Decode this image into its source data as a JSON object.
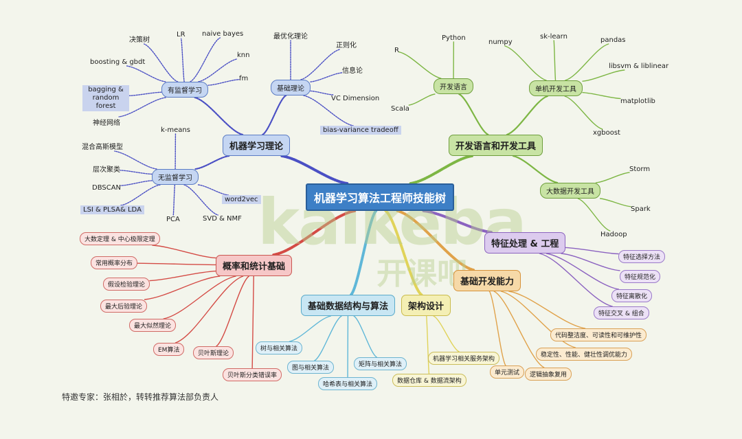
{
  "central": "机器学习算法工程师技能树",
  "watermark": {
    "brand": "kaikeba",
    "cn": "开课吧"
  },
  "footer": "特邀专家：张相於，转转推荐算法部负责人",
  "branches": {
    "ml_theory": {
      "label": "机器学习理论",
      "supervised": {
        "label": "有监督学习",
        "items": [
          "决策树",
          "LR",
          "naive bayes",
          "knn",
          "boosting & gbdt",
          "fm",
          "bagging & random forest",
          "神经网络"
        ]
      },
      "basic_theory": {
        "label": "基础理论",
        "items": [
          "最优化理论",
          "正则化",
          "信息论",
          "VC Dimension",
          "bias-variance tradeoff"
        ]
      },
      "unsupervised": {
        "label": "无监督学习",
        "items": [
          "k-means",
          "混合高斯模型",
          "层次聚类",
          "DBSCAN",
          "LSI & PLSA& LDA",
          "PCA",
          "SVD & NMF",
          "word2vec"
        ]
      }
    },
    "dev_lang_tools": {
      "label": "开发语言和开发工具",
      "languages": {
        "label": "开发语言",
        "items": [
          "Python",
          "R",
          "Scala"
        ]
      },
      "single_tools": {
        "label": "单机开发工具",
        "items": [
          "numpy",
          "sk-learn",
          "pandas",
          "libsvm & liblinear",
          "matplotlib",
          "xgboost"
        ]
      },
      "bigdata_tools": {
        "label": "大数据开发工具",
        "items": [
          "Storm",
          "Spark",
          "Hadoop"
        ]
      }
    },
    "feature_eng": {
      "label": "特征处理 & 工程",
      "items": [
        "特征选择方法",
        "特征规范化",
        "特征离散化",
        "特征交叉 & 组合"
      ]
    },
    "basic_dev": {
      "label": "基础开发能力",
      "items": [
        "代码整洁度、可读性和可维护性",
        "稳定性、性能、健壮性调优能力",
        "单元测试",
        "逻辑抽象复用"
      ]
    },
    "architecture": {
      "label": "架构设计",
      "items": [
        "机器学习相关服务架构",
        "数据仓库 & 数据流架构"
      ]
    },
    "data_structures": {
      "label": "基础数据结构与算法",
      "items": [
        "树与相关算法",
        "图与相关算法",
        "矩阵与相关算法",
        "哈希表与相关算法"
      ]
    },
    "prob_stats": {
      "label": "概率和统计基础",
      "items": [
        "大数定理 & 中心极限定理",
        "常用概率分布",
        "假设检验理论",
        "最大后验理论",
        "最大似然理论",
        "EM算法",
        "贝叶斯理论",
        "贝叶斯分类错误率"
      ]
    }
  },
  "colors": {
    "ml_theory": "#4a4fc4",
    "dev_lang_tools": "#7db644",
    "feature_eng": "#8b62c0",
    "basic_dev": "#e0a24a",
    "architecture": "#e0d35a",
    "data_structures": "#5fb7d8",
    "prob_stats": "#d44b45"
  }
}
